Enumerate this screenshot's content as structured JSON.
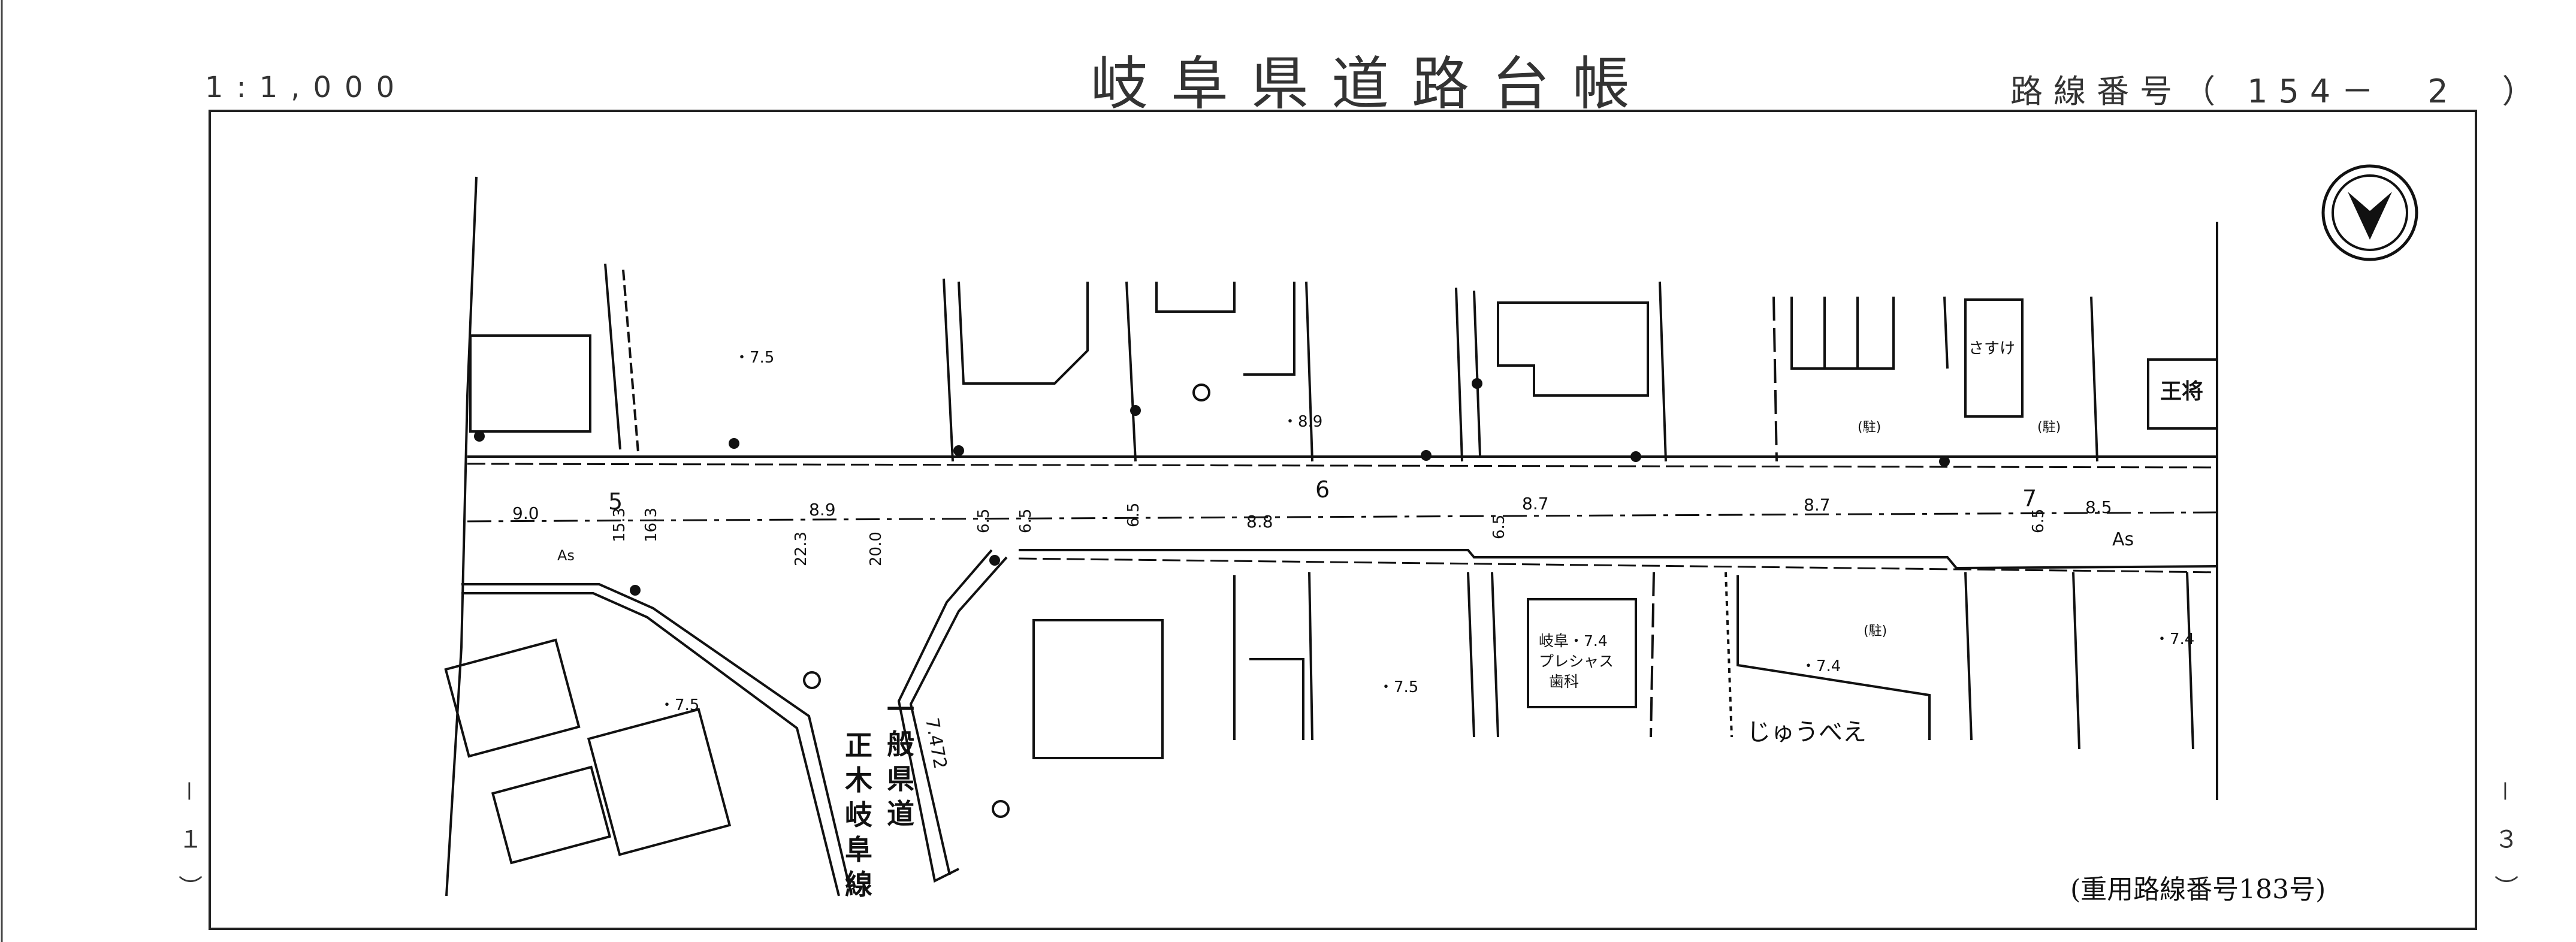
{
  "header": {
    "title": "岐阜県道路台帳",
    "scale": "1:1,000",
    "route_number": "路線番号（ 154－　2　）"
  },
  "footer": {
    "reference": "(重用路線番号183号)",
    "page_left": "－１）",
    "page_right": "－３）"
  },
  "map": {
    "north_arrow": "north-arrow-icon",
    "road_label": "一般県道正木岐阜線",
    "buildings": {
      "sasuke": "さすけ",
      "ousho": "王将",
      "clinic_line1": "岐阜・7.4",
      "clinic_line2": "プレシャス",
      "clinic_line3": "歯科",
      "juubee": "じゅうべえ"
    },
    "parking_1": "(駐)",
    "parking_2": "(駐)",
    "parking_3": "(駐)",
    "elev_1": "・7.5",
    "elev_2": "・8.9",
    "elev_3": "・7.5",
    "elev_4": "・7.5",
    "elev_5": "・7.4",
    "elev_6": "・7.4",
    "elev_7": "7.472",
    "road_elev_1": "9.0",
    "road_elev_2": "8.9",
    "road_elev_3": "8.8",
    "road_elev_4": "8.7",
    "road_elev_5": "8.7",
    "road_elev_6": "8.5",
    "width_1": "15.3",
    "width_2": "16.3",
    "width_3": "22.3",
    "width_4": "20.0",
    "width_5": "6.5",
    "width_6": "6.5",
    "width_7": "6.5",
    "width_8": "6.5",
    "width_9": "6.5",
    "station_5": "5",
    "station_6": "6",
    "station_7": "7",
    "surface_1": "As",
    "surface_2": "As"
  }
}
